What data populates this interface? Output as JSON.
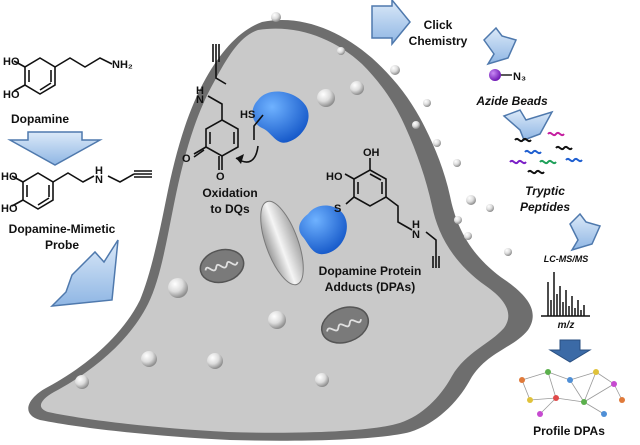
{
  "left": {
    "dopamine_label": "Dopamine",
    "probe_label_line1": "Dopamine-Mimetic",
    "probe_label_line2": "Probe"
  },
  "cell": {
    "oxidation_line1": "Oxidation",
    "oxidation_line2": "to DQs",
    "dpa_line1": "Dopamine Protein",
    "dpa_line2": "Adducts (DPAs)"
  },
  "workflow": {
    "click_line1": "Click",
    "click_line2": "Chemistry",
    "azide_beads": "Azide Beads",
    "tryptic_line1": "Tryptic",
    "tryptic_line2": "Peptides",
    "lcmsms": "LC-MS/MS",
    "mz": "m/z",
    "profile": "Profile DPAs"
  },
  "atoms": {
    "ho": "HO",
    "oh": "OH",
    "nh2": "NH₂",
    "nh": "NH",
    "h": "H",
    "n": "N",
    "hs": "HS",
    "s": "S",
    "o": "O",
    "n3": "N₃"
  },
  "colors": {
    "cell_fill": "#c9c9c9",
    "cell_edge": "#6e6e6e",
    "arrow_fill": "#a9c8ee",
    "arrow_edge": "#4f79ad",
    "protein": "#1f6fe0",
    "dark_arrow": "#3b6aa6",
    "bead": "#7b1fc7"
  }
}
